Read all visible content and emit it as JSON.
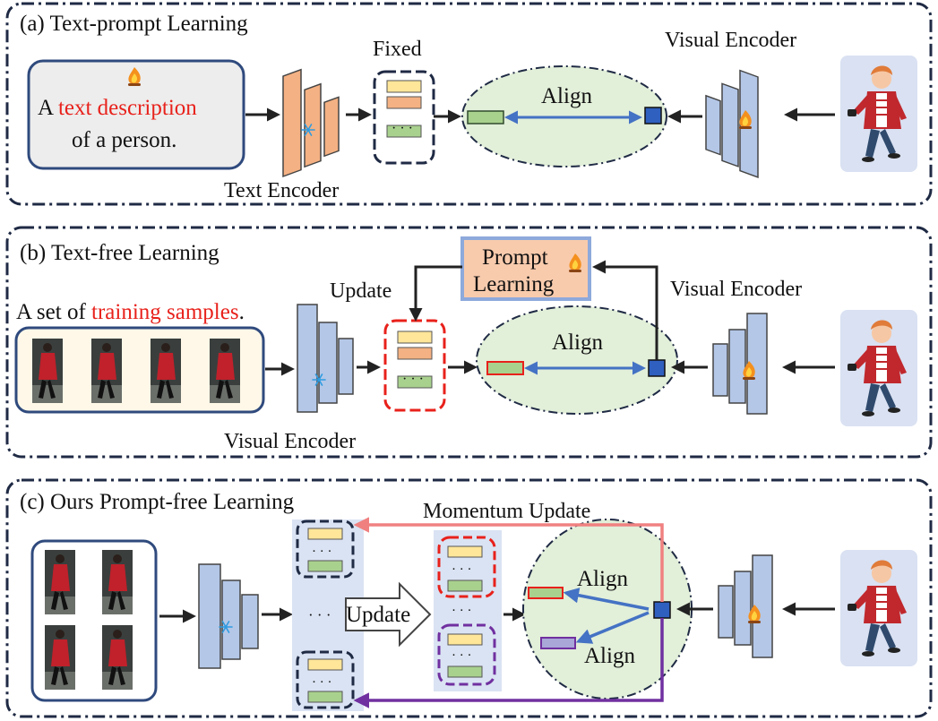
{
  "panel_a": {
    "title": "(a) Text-prompt Learning",
    "text_box": {
      "line1_prefix": "A ",
      "line1_highlight": "text description",
      "line2": "of  a person."
    },
    "fixed_label": "Fixed",
    "text_encoder_label": "Text Encoder",
    "visual_encoder_label": "Visual Encoder",
    "align_label": "Align",
    "dots": "· · ·"
  },
  "panel_b": {
    "title": "(b) Text-free Learning",
    "samples_prefix": "A set of  ",
    "samples_highlight": "training samples",
    "samples_suffix": ".",
    "update_label": "Update",
    "prompt_learning_line1": "Prompt",
    "prompt_learning_line2": "Learning",
    "visual_encoder_label_top": "Visual Encoder",
    "visual_encoder_label_bottom": "Visual Encoder",
    "align_label": "Align",
    "dots": "· · ·"
  },
  "panel_c": {
    "title": "(c) Ours Prompt-free Learning",
    "momentum_label": "Momentum Update",
    "update_label": "Update",
    "align_top": "Align",
    "align_bottom": "Align",
    "dots": "· · ·"
  },
  "colors": {
    "highlight_red": "#e8211b",
    "panel_border": "#1f2a44",
    "ellipse_fill": "#e2efd9",
    "frozen_encoder": "#f4b183",
    "trainable_encoder": "#b4c7e7",
    "arrow_blue": "#4472c4",
    "momentum_red": "#f08080",
    "momentum_purple": "#7030a0"
  },
  "icons": [
    "fire-icon",
    "snowflake-icon",
    "person-image",
    "pedestrian-image"
  ]
}
